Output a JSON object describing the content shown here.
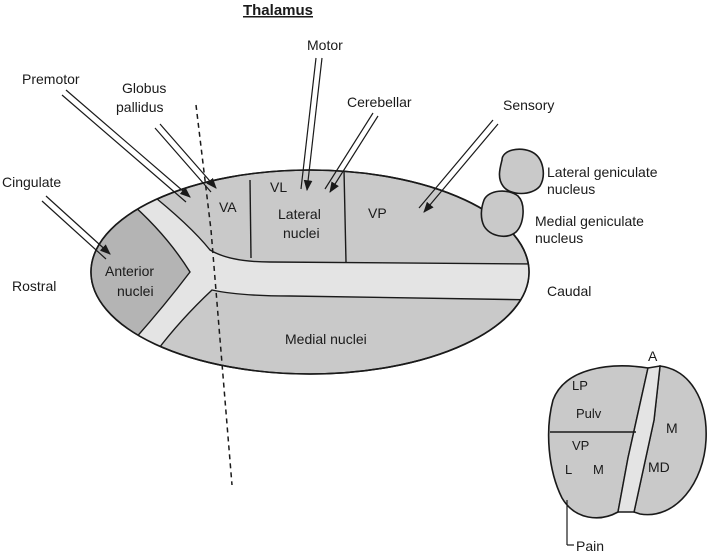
{
  "title": "Thalamus",
  "labels": {
    "premotor": "Premotor",
    "globus_pallidus_1": "Globus",
    "globus_pallidus_2": "pallidus",
    "motor": "Motor",
    "cerebellar": "Cerebellar",
    "sensory": "Sensory",
    "cingulate": "Cingulate",
    "lateral_geniculate_1": "Lateral geniculate",
    "lateral_geniculate_2": "nucleus",
    "medial_geniculate_1": "Medial geniculate",
    "medial_geniculate_2": "nucleus",
    "rostral": "Rostral",
    "caudal": "Caudal"
  },
  "nuclei": {
    "va": "VA",
    "vl": "VL",
    "lateral_1": "Lateral",
    "lateral_2": "nuclei",
    "vp": "VP",
    "anterior_1": "Anterior",
    "anterior_2": "nuclei",
    "medial": "Medial nuclei"
  },
  "cross_section": {
    "a": "A",
    "lp": "LP",
    "pulv": "Pulv",
    "m": "M",
    "vp": "VP",
    "l": "L",
    "m2": "M",
    "md": "MD",
    "pain": "Pain"
  },
  "colors": {
    "nucleus_fill": "#c9c9c9",
    "anterior_fill": "#b4b4b4",
    "lamina_fill": "#e4e4e4",
    "outline": "#1a1a1a"
  }
}
